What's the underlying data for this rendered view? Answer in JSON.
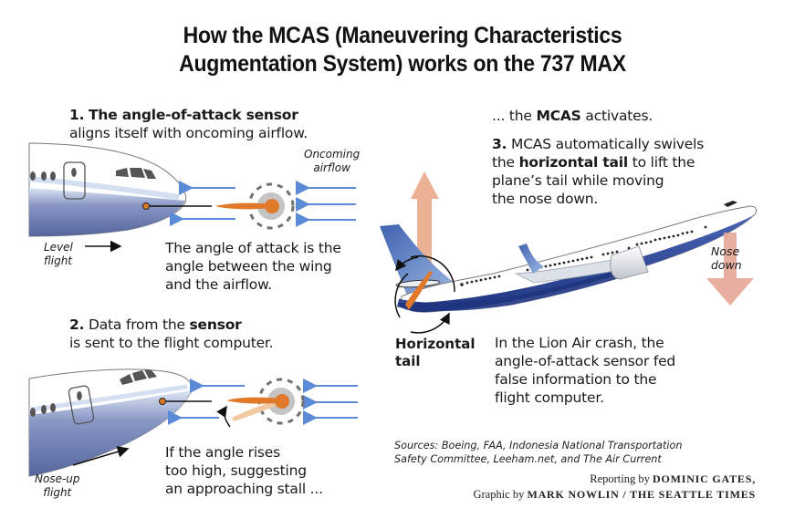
{
  "title": {
    "line1": "How the MCAS (Maneuvering Characteristics",
    "line2": "Augmentation System) works on the 737 MAX"
  },
  "step1": {
    "number": "1.",
    "heading_bold": "The angle-of-attack sensor",
    "heading_rest": "aligns itself with oncoming airflow.",
    "airflow_label_1": "Oncoming",
    "airflow_label_2": "airflow",
    "flight_label_1": "Level",
    "flight_label_2": "flight",
    "caption_1": "The angle of attack is the",
    "caption_2": "angle between the wing",
    "caption_3": "and the airflow."
  },
  "step2": {
    "number": "2.",
    "heading_pre": "Data from the",
    "heading_bold": "sensor",
    "heading_rest": "is sent to the flight computer.",
    "flight_label_1": "Nose-up",
    "flight_label_2": "flight",
    "caption_1": "If the angle rises",
    "caption_2": "too high, suggesting",
    "caption_3": "an approaching stall ..."
  },
  "step3": {
    "intro_pre": "... the",
    "intro_bold": "MCAS",
    "intro_post": "activates.",
    "number": "3.",
    "line1_rest": "MCAS automatically swivels",
    "line2_pre": "the",
    "line2_bold": "horizontal tail",
    "line2_post": "to lift the",
    "line3": "plane’s tail while moving",
    "line4": "the nose down.",
    "nose_label_1": "Nose",
    "nose_label_2": "down",
    "tail_label_1": "Horizontal",
    "tail_label_2": "tail",
    "note_1": "In the Lion Air crash, the",
    "note_2": "angle-of-attack sensor fed",
    "note_3": "false information to the",
    "note_4": "flight computer."
  },
  "footer": {
    "sources_1": "Sources: Boeing, FAA, Indonesia National Transportation",
    "sources_2": "Safety Committee, Leeham.net, and The Air Current",
    "reporting_pre": "Reporting by",
    "reporting_name": "DOMINIC GATES,",
    "graphic_pre": "Graphic by",
    "graphic_name": "MARK NOWLIN / THE SEATTLE TIMES"
  },
  "colors": {
    "fuselage_blue": "#6f7fb2",
    "fuselage_dark": "#4f5e96",
    "jet_blue": "#2f4a9a",
    "airflow_arrow": "#5b8bd6",
    "sensor_orange": "#e07a2a",
    "sensor_orange_faded": "#f2c9a0",
    "lift_arrow": "#e8a98a",
    "nose_arrow": "#e6a596",
    "sensor_disc": "#c4c4c4",
    "dash_ring": "#707070"
  }
}
